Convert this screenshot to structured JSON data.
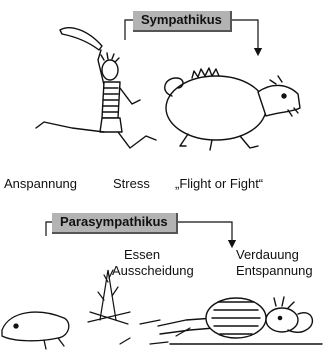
{
  "sympathikus": {
    "heading": "Sympathikus",
    "captions": [
      "Anspannung",
      "Stress",
      "„Flight or Fight“"
    ]
  },
  "parasympathikus": {
    "heading": "Parasympathikus",
    "left_col": [
      "Essen",
      "Ausscheidung"
    ],
    "right_col": [
      "Verdauung",
      "Entspannung"
    ]
  },
  "colors": {
    "label_bg": "#b3b3b3",
    "ink": "#111111"
  }
}
